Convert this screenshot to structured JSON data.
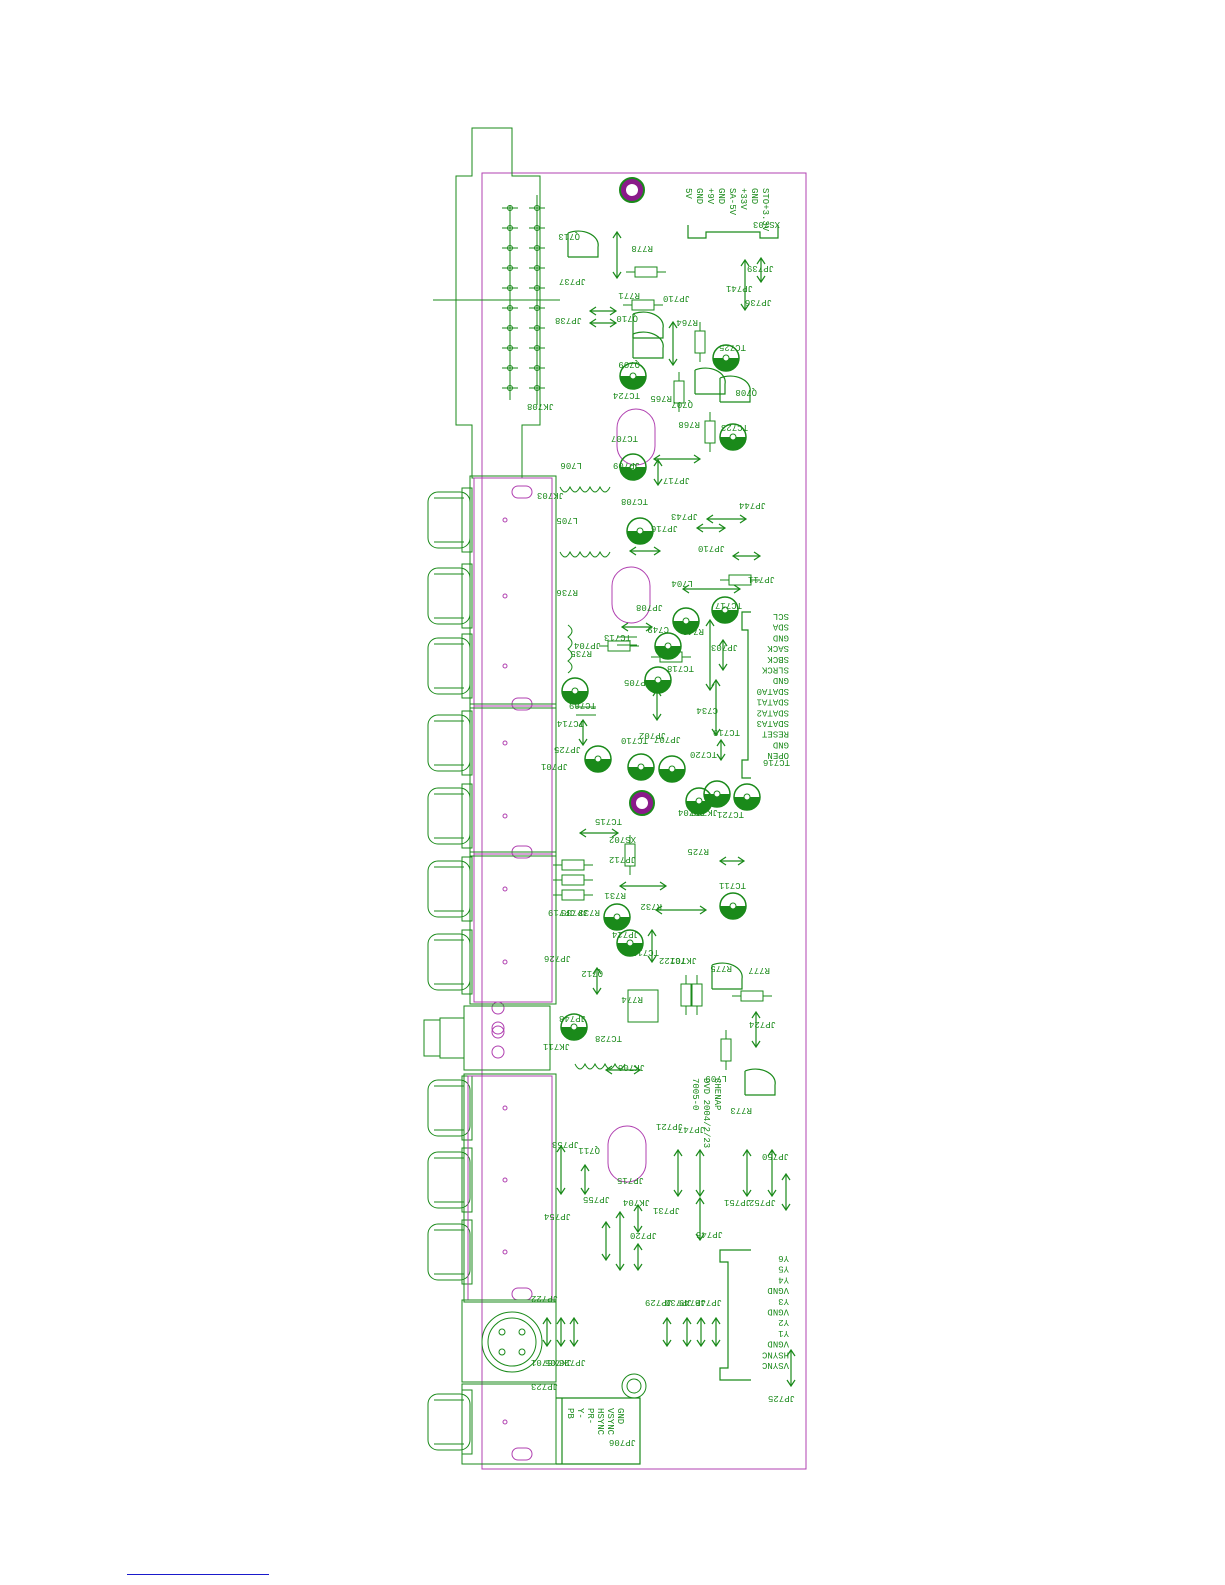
{
  "board": {
    "colors": {
      "outline": "#b040b0",
      "copper": "#1a8a1a",
      "mount": "#8a1a8a",
      "link": "#1a1acc"
    },
    "connector_xs703_pins": [
      "5V",
      "GND",
      "+9V",
      "GND",
      "SA-5V",
      "+33V",
      "GND",
      "STO+3.3V"
    ],
    "connector_xs702_pins": [
      "SCL",
      "SDA",
      "GND",
      "SACK",
      "SBCK",
      "SLRCK",
      "GND",
      "SDATA0",
      "SDATA1",
      "SDATA2",
      "SDATA3",
      "RESET",
      "GND",
      "OPEN"
    ],
    "connector_xs701_pins": [
      "Y6",
      "Y5",
      "Y4",
      "VGND",
      "Y3",
      "VGND",
      "Y2",
      "Y1",
      "VGND",
      "HSYNC",
      "VSYNC"
    ],
    "connector_xs704_pins": [
      "PB",
      "Y-",
      "PR-",
      "HSYNC",
      "VSYNC",
      "GND"
    ],
    "board_info": [
      "7005-0",
      "DVD 2004/2/23",
      "CHENAP"
    ],
    "labels": [
      "XS703",
      "JP739",
      "JP741",
      "JP736",
      "Q713",
      "R778",
      "JP737",
      "R771",
      "JP738",
      "Q710",
      "JP710",
      "R764",
      "TC725",
      "Q709",
      "TC724",
      "Q708",
      "R765",
      "Q707",
      "R768",
      "TC723",
      "JK708",
      "TC707",
      "JP709",
      "JP717",
      "L706",
      "JK703",
      "L705",
      "TC708",
      "JP716",
      "JP743",
      "JP744",
      "JP710",
      "JP711",
      "R736",
      "L704",
      "JP708",
      "TC717",
      "TC713",
      "JP704",
      "C749",
      "R749",
      "TC718",
      "JP703",
      "R735",
      "JP705",
      "TC709",
      "TC714",
      "C734",
      "JP725",
      "JP702",
      "TC710",
      "JP707",
      "TC720",
      "TC719",
      "JP701",
      "JP704",
      "JK702",
      "TC721",
      "TC716",
      "TC715",
      "XS702",
      "JP712",
      "R725",
      "JP719",
      "JP733",
      "R733",
      "R732",
      "R731",
      "JP714",
      "TC712",
      "TC711",
      "JP726",
      "TC722",
      "JK701",
      "R775",
      "R777",
      "Q712",
      "R774",
      "JP748",
      "JK711",
      "TC728",
      "JK706",
      "L709",
      "JP724",
      "R773",
      "JP753",
      "Q711",
      "JP721",
      "JP747",
      "JP751",
      "JP752",
      "JP750",
      "JP754",
      "JP755",
      "JK704",
      "JP715",
      "JP720",
      "JP731",
      "JP745",
      "JP722",
      "XS701",
      "JK705",
      "JP728",
      "JP729",
      "JP730",
      "JP749",
      "JP746",
      "JP725",
      "JP723",
      "JP706",
      "JK707",
      "XS704"
    ]
  }
}
